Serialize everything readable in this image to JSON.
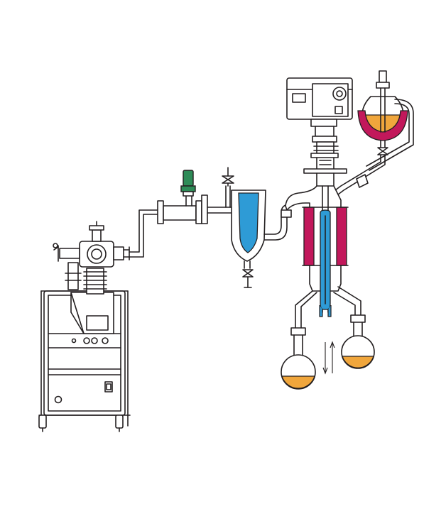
{
  "diagram": {
    "colors": {
      "line": "#231f20",
      "cooling_liquid": "#2e9bd6",
      "heater": "#c2185b",
      "product_liquid": "#f0a63c",
      "valve_green": "#2e8b57",
      "background": "#ffffff"
    },
    "components": [
      "vacuum-pump-cart",
      "diffusion-pump",
      "vacuum-line",
      "green-valve",
      "cold-trap",
      "drain-valve",
      "motor-drive-unit",
      "feed-funnel",
      "heating-jacket",
      "internal-condenser",
      "distillate-flask",
      "residue-flask",
      "flow-direction-arrows"
    ]
  }
}
